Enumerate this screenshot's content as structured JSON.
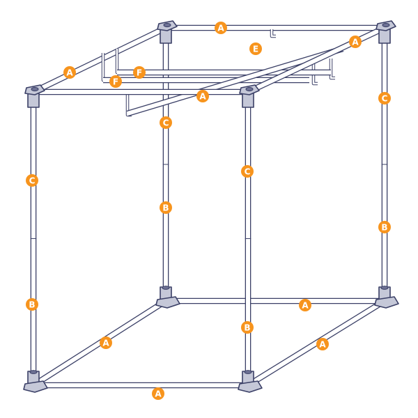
{
  "diagram": {
    "part_labels": {
      "A": "A",
      "B": "B",
      "C": "C",
      "E": "E",
      "F": "F"
    },
    "colors": {
      "badge": "#f7941d",
      "badge_text": "#ffffff",
      "pole_outline": "#3a3f66",
      "pole_fill": "#ffffff",
      "connector_fill": "#c5c8d8"
    },
    "badges": [
      {
        "part": "A"
      },
      {
        "part": "A"
      },
      {
        "part": "A"
      },
      {
        "part": "A"
      },
      {
        "part": "A"
      },
      {
        "part": "A"
      },
      {
        "part": "A"
      },
      {
        "part": "A"
      },
      {
        "part": "C"
      },
      {
        "part": "C"
      },
      {
        "part": "C"
      },
      {
        "part": "C"
      },
      {
        "part": "B"
      },
      {
        "part": "B"
      },
      {
        "part": "B"
      },
      {
        "part": "B"
      },
      {
        "part": "E"
      },
      {
        "part": "F"
      },
      {
        "part": "F"
      }
    ]
  }
}
